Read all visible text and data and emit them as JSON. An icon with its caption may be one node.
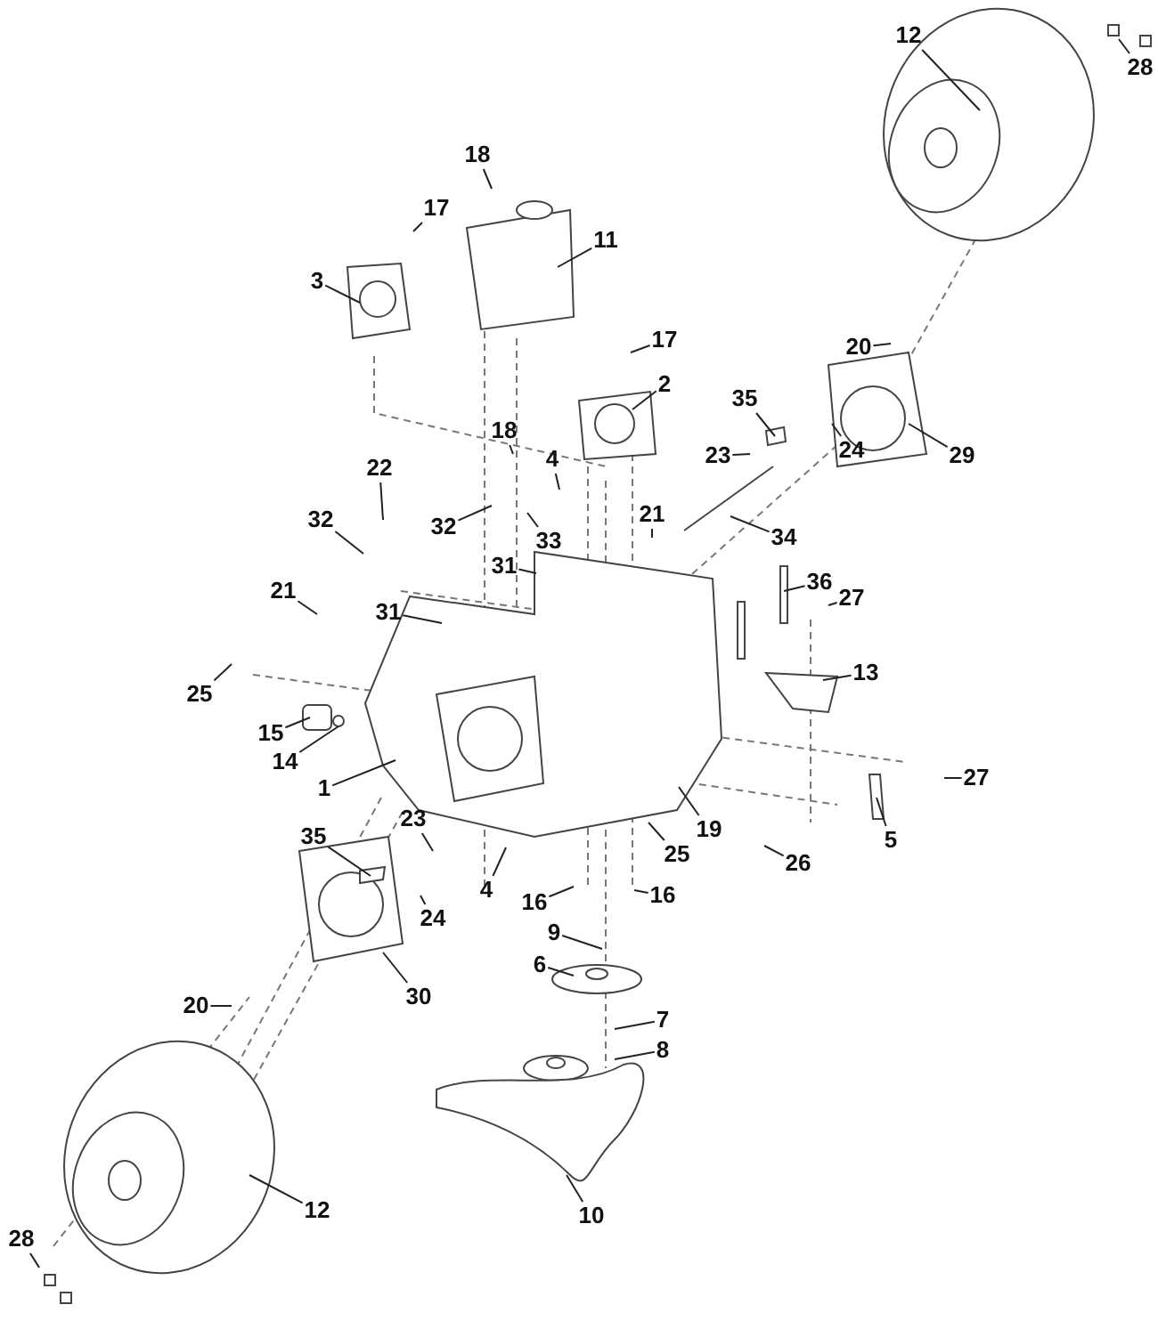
{
  "diagram": {
    "nodes": [
      {
        "text": [
          "12"
        ]
      },
      {
        "text": [
          "28"
        ]
      },
      {
        "text": [
          "18"
        ]
      },
      {
        "text": [
          "17"
        ]
      },
      {
        "text": [
          "11"
        ]
      },
      {
        "text": [
          "3"
        ]
      },
      {
        "text": [
          "17"
        ]
      },
      {
        "text": [
          "20"
        ]
      },
      {
        "text": [
          "2"
        ]
      },
      {
        "text": [
          "35"
        ]
      },
      {
        "text": [
          "18"
        ]
      },
      {
        "text": [
          "29"
        ]
      },
      {
        "text": [
          "23"
        ]
      },
      {
        "text": [
          "24"
        ]
      },
      {
        "text": [
          "4"
        ]
      },
      {
        "text": [
          "22"
        ]
      },
      {
        "text": [
          "21"
        ]
      },
      {
        "text": [
          "32"
        ]
      },
      {
        "text": [
          "32"
        ]
      },
      {
        "text": [
          "33"
        ]
      },
      {
        "text": [
          "34"
        ]
      },
      {
        "text": [
          "31"
        ]
      },
      {
        "text": [
          "36"
        ]
      },
      {
        "text": [
          "27"
        ]
      },
      {
        "text": [
          "21"
        ]
      },
      {
        "text": [
          "31"
        ]
      },
      {
        "text": [
          "25"
        ]
      },
      {
        "text": [
          "13"
        ]
      },
      {
        "text": [
          "15"
        ]
      },
      {
        "text": [
          "14"
        ]
      },
      {
        "text": [
          "1"
        ]
      },
      {
        "text": [
          "27"
        ]
      },
      {
        "text": [
          "19"
        ]
      },
      {
        "text": [
          "5"
        ]
      },
      {
        "text": [
          "23"
        ]
      },
      {
        "text": [
          "35"
        ]
      },
      {
        "text": [
          "25"
        ]
      },
      {
        "text": [
          "26"
        ]
      },
      {
        "text": [
          "4"
        ]
      },
      {
        "text": [
          "24"
        ]
      },
      {
        "text": [
          "16"
        ]
      },
      {
        "text": [
          "16"
        ]
      },
      {
        "text": [
          "9"
        ]
      },
      {
        "text": [
          "6"
        ]
      },
      {
        "text": [
          "20"
        ]
      },
      {
        "text": [
          "30"
        ]
      },
      {
        "text": [
          "7"
        ]
      },
      {
        "text": [
          "8"
        ]
      },
      {
        "text": [
          "10"
        ]
      },
      {
        "text": [
          "12"
        ]
      },
      {
        "text": [
          "28"
        ]
      }
    ],
    "edges": [
      {
        "from": 0,
        "to": null,
        "arrow": "none"
      },
      {
        "from": 1,
        "to": null,
        "arrow": "none"
      },
      {
        "from": 2,
        "to": null,
        "arrow": "none"
      },
      {
        "from": 3,
        "to": null,
        "arrow": "none"
      },
      {
        "from": 4,
        "to": null,
        "arrow": "none"
      },
      {
        "from": 5,
        "to": null,
        "arrow": "none"
      },
      {
        "from": 6,
        "to": null,
        "arrow": "none"
      },
      {
        "from": 7,
        "to": null,
        "arrow": "none"
      },
      {
        "from": 8,
        "to": null,
        "arrow": "none"
      },
      {
        "from": 9,
        "to": null,
        "arrow": "none"
      },
      {
        "from": 10,
        "to": null,
        "arrow": "none"
      },
      {
        "from": 11,
        "to": null,
        "arrow": "none"
      },
      {
        "from": 12,
        "to": null,
        "arrow": "none"
      },
      {
        "from": 13,
        "to": null,
        "arrow": "none"
      },
      {
        "from": 14,
        "to": null,
        "arrow": "none"
      },
      {
        "from": 15,
        "to": null,
        "arrow": "none"
      },
      {
        "from": 16,
        "to": null,
        "arrow": "none"
      },
      {
        "from": 17,
        "to": null,
        "arrow": "none"
      },
      {
        "from": 18,
        "to": null,
        "arrow": "none"
      },
      {
        "from": 19,
        "to": null,
        "arrow": "none"
      },
      {
        "from": 20,
        "to": null,
        "arrow": "none"
      },
      {
        "from": 21,
        "to": null,
        "arrow": "none"
      },
      {
        "from": 22,
        "to": null,
        "arrow": "none"
      },
      {
        "from": 23,
        "to": null,
        "arrow": "none"
      },
      {
        "from": 24,
        "to": null,
        "arrow": "none"
      },
      {
        "from": 25,
        "to": null,
        "arrow": "none"
      },
      {
        "from": 26,
        "to": null,
        "arrow": "none"
      },
      {
        "from": 27,
        "to": null,
        "arrow": "none"
      },
      {
        "from": 28,
        "to": null,
        "arrow": "none"
      },
      {
        "from": 29,
        "to": null,
        "arrow": "none"
      },
      {
        "from": 30,
        "to": null,
        "arrow": "none"
      },
      {
        "from": 31,
        "to": null,
        "arrow": "none"
      },
      {
        "from": 32,
        "to": null,
        "arrow": "none"
      },
      {
        "from": 33,
        "to": null,
        "arrow": "none"
      },
      {
        "from": 34,
        "to": null,
        "arrow": "none"
      },
      {
        "from": 35,
        "to": null,
        "arrow": "none"
      },
      {
        "from": 36,
        "to": null,
        "arrow": "none"
      },
      {
        "from": 37,
        "to": null,
        "arrow": "none"
      },
      {
        "from": 38,
        "to": null,
        "arrow": "none"
      },
      {
        "from": 39,
        "to": null,
        "arrow": "none"
      },
      {
        "from": 40,
        "to": null,
        "arrow": "none"
      },
      {
        "from": 41,
        "to": null,
        "arrow": "none"
      },
      {
        "from": 42,
        "to": null,
        "arrow": "none"
      },
      {
        "from": 43,
        "to": null,
        "arrow": "none"
      },
      {
        "from": 44,
        "to": null,
        "arrow": "none"
      },
      {
        "from": 45,
        "to": null,
        "arrow": "none"
      },
      {
        "from": 46,
        "to": null,
        "arrow": "none"
      },
      {
        "from": 47,
        "to": null,
        "arrow": "none"
      },
      {
        "from": 48,
        "to": null,
        "arrow": "none"
      },
      {
        "from": 49,
        "to": null,
        "arrow": "none"
      },
      {
        "from": 50,
        "to": null,
        "arrow": "none"
      }
    ]
  }
}
